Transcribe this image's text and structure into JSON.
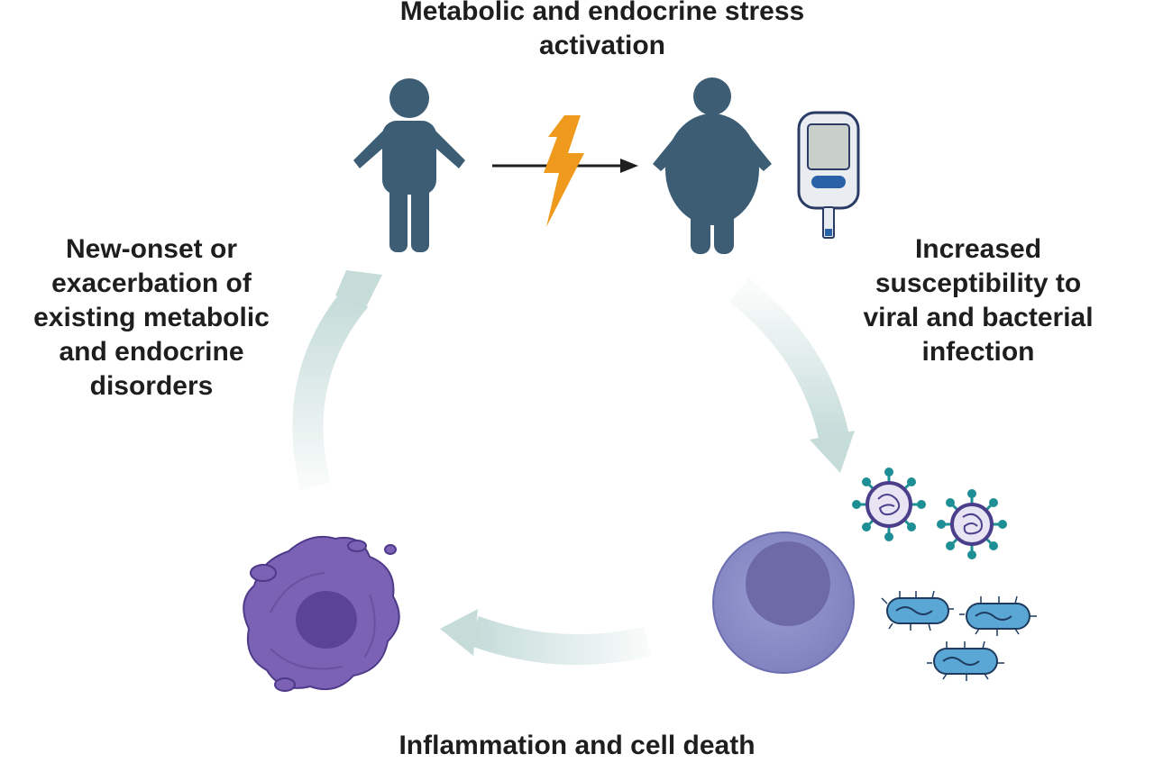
{
  "labels": {
    "top": [
      "Metabolic and endocrine stress",
      "activation"
    ],
    "right": [
      "Increased",
      "susceptibility to",
      "viral and bacterial",
      "infection"
    ],
    "left": [
      "New-onset or",
      "exacerbation of",
      "existing metabolic",
      "and endocrine",
      "disorders"
    ],
    "bottom": [
      "Inflammation and cell death"
    ]
  },
  "colors": {
    "person": "#3d5d75",
    "lightning": "#ef9a1d",
    "cycle_arrow": "#c5dcd9",
    "immune_cell": "#8a8cc7",
    "dying_cell": "#7b62b5",
    "virus": "#1e8f94",
    "bacteria": "#5aa7d6",
    "text": "#1e1e1e"
  },
  "icons": [
    "person-icon",
    "obese-person-icon",
    "glucometer-icon",
    "lightning-icon",
    "arrow-icon",
    "virus-icon",
    "bacteria-icon",
    "immune-cell-icon",
    "dying-cell-icon"
  ]
}
